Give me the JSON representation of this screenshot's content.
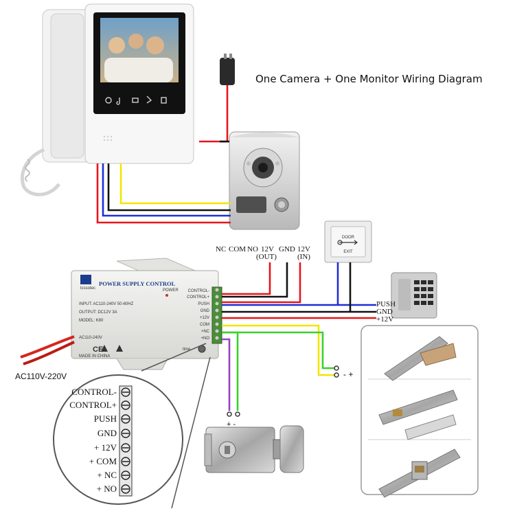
{
  "title": "One Camera + One Monitor Wiring Diagram",
  "terminal_labels": {
    "nc": "NC",
    "com": "COM",
    "no": "NO",
    "v12_out": "12V",
    "gnd": "GND",
    "v12_in": "12V",
    "out": "(OUT)",
    "in": "(IN)"
  },
  "keypad_labels": {
    "push": "PUSH",
    "gnd": "GND",
    "v12": "+12V"
  },
  "psu": {
    "brand": "tcssotec",
    "title": "POWER SUPPLY CONTROL",
    "power": "POWER",
    "input": "INPUT: AC110-240V 50-60HZ",
    "output": "OUTPUT: DC12V 3A",
    "model": "MODEL: K80",
    "ac": "AC110-240V",
    "ce": "CE",
    "made": "MADE IN CHINA",
    "time": "time",
    "terminals": [
      "CONTROL-",
      "CONTROL+",
      "PUSH",
      "GND",
      "+12V",
      "COM",
      "+NC",
      "+NO"
    ]
  },
  "ac_label": "AC110V-220V",
  "magnifier_labels": [
    "CONTROL-",
    "CONTROL+",
    "PUSH",
    "GND",
    "+ 12V",
    "+ COM",
    "+ NC",
    "+ NO"
  ],
  "exit_button": {
    "top": "DOOR",
    "bottom": "EXIT"
  },
  "lock_pins": "+ -",
  "bell_pins": "- +",
  "colors": {
    "red": "#e8141c",
    "blue": "#1f2fd6",
    "black": "#111111",
    "yellow": "#f2e600",
    "green": "#39d12c",
    "purple": "#9b3fc8"
  }
}
